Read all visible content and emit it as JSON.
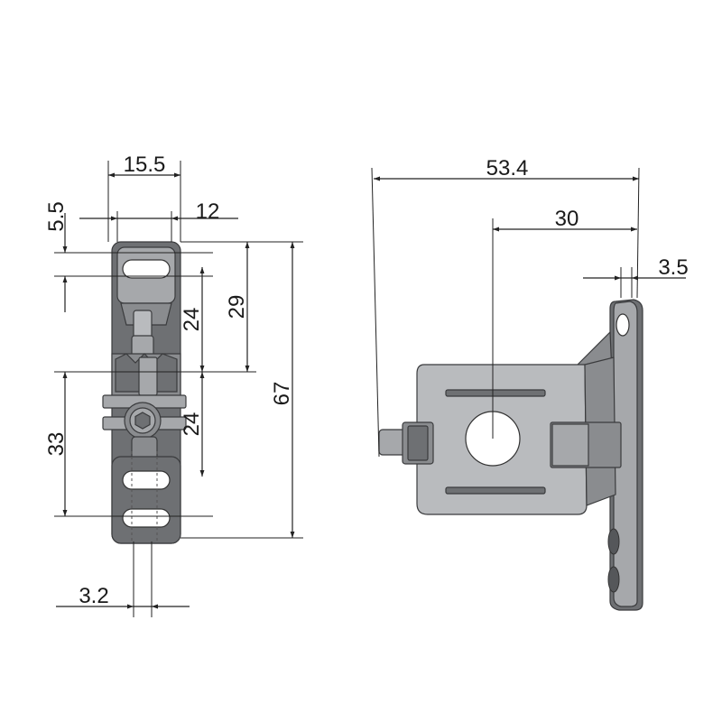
{
  "front_view": {
    "dimensions": {
      "width_overall": "15.5",
      "width_inner": "12",
      "slot_offset": "5.5",
      "upper_spacing": "24",
      "upper_height": "29",
      "total_height": "67",
      "lower_spacing": "24",
      "lower_height": "33",
      "slot_width": "3.2"
    }
  },
  "side_view": {
    "dimensions": {
      "overall_length": "53.4",
      "hole_to_plate": "30",
      "plate_thickness": "3.5"
    }
  },
  "colors": {
    "metal_dark": "#6e7073",
    "metal_light": "#b9bbbe",
    "dimension_line": "#222222"
  }
}
